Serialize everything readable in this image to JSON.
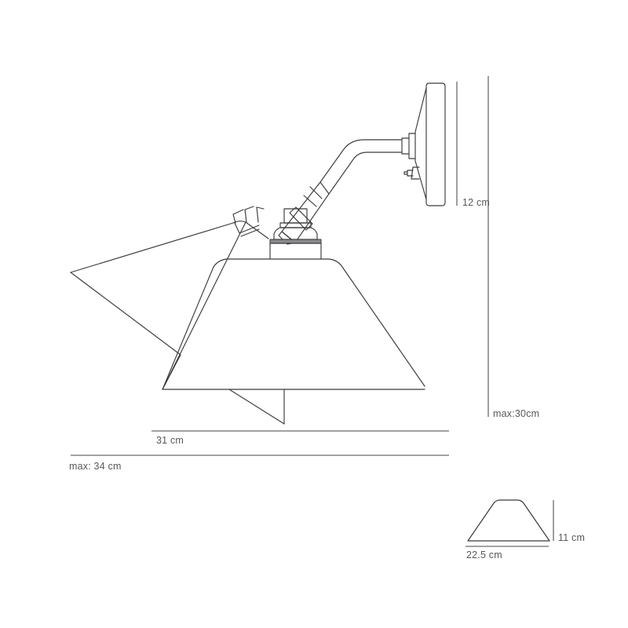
{
  "drawing": {
    "title": "Wall lamp technical dimension drawing",
    "line_color": "#3b3b3d",
    "dim_line_color": "#6b6b6d",
    "label_color": "#58585a",
    "background": "#ffffff",
    "views": [
      {
        "name": "side-elevation",
        "description": "Side elevation of adjustable wall lamp with wall plate, curved arm, swivel joint and conical shade, including ghost outline of tilted shade position"
      },
      {
        "name": "shade-front-detail",
        "description": "Front elevation detail of the conical shade"
      }
    ]
  },
  "dimensions": {
    "wall_plate_height": {
      "label": "12 cm",
      "value": 12,
      "unit": "cm",
      "orientation": "vertical"
    },
    "max_drop": {
      "label": "max:30cm",
      "value": 30,
      "unit": "cm",
      "orientation": "vertical"
    },
    "shade_width": {
      "label": "31 cm",
      "value": 31,
      "unit": "cm",
      "orientation": "horizontal"
    },
    "max_projection": {
      "label": "max: 34 cm",
      "value": 34,
      "unit": "cm",
      "orientation": "horizontal"
    },
    "shade_front_width": {
      "label": "22.5 cm",
      "value": 22.5,
      "unit": "cm",
      "orientation": "horizontal"
    },
    "shade_front_height": {
      "label": "11 cm",
      "value": 11,
      "unit": "cm",
      "orientation": "vertical"
    }
  }
}
